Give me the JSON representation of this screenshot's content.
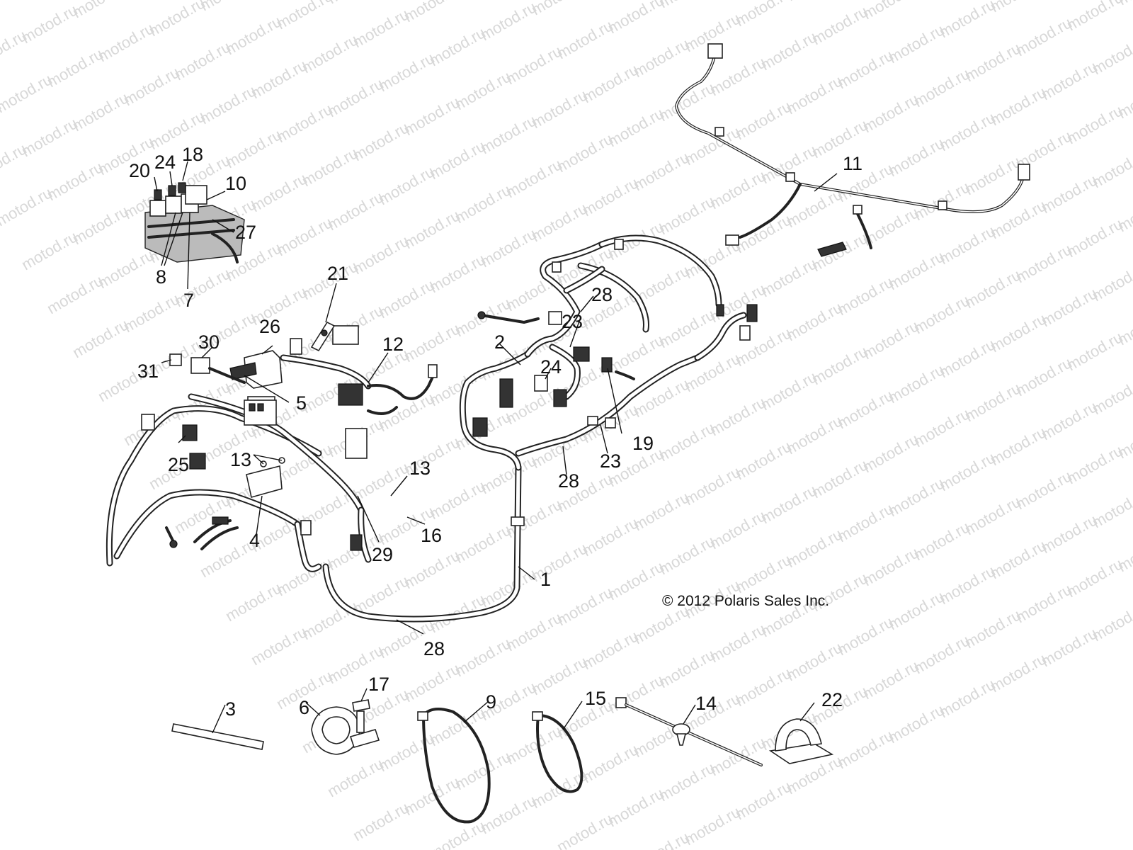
{
  "watermark": "motod.ru",
  "copyright": "© 2012 Polaris Sales Inc.",
  "callouts": {
    "c20": "20",
    "c24a": "24",
    "c18": "18",
    "c10": "10",
    "c27": "27",
    "c8": "8",
    "c7": "7",
    "c21": "21",
    "c26": "26",
    "c12": "12",
    "c30": "30",
    "c31": "31",
    "c5": "5",
    "c25": "25",
    "c13a": "13",
    "c13b": "13",
    "c16": "16",
    "c4": "4",
    "c29": "29",
    "c1": "1",
    "c28a": "28",
    "c28b": "28",
    "c28c": "28",
    "c2": "2",
    "c24b": "24",
    "c23a": "23",
    "c23b": "23",
    "c19": "19",
    "c11": "11",
    "c3": "3",
    "c6": "6",
    "c17": "17",
    "c9": "9",
    "c15": "15",
    "c14": "14",
    "c22": "22"
  }
}
